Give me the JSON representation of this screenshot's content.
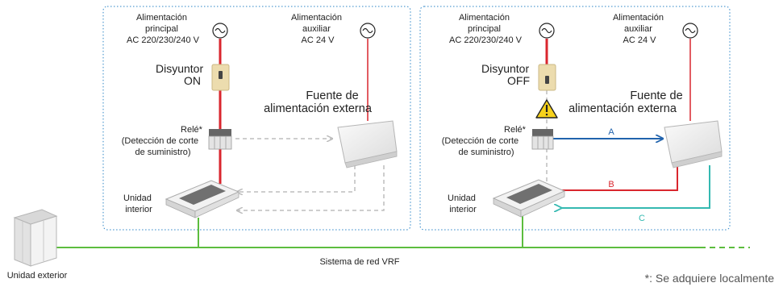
{
  "colors": {
    "power_line": "#d9262e",
    "network_line": "#5cbd3e",
    "line_a": "#2163ad",
    "line_b": "#d9262e",
    "line_c": "#34b9b1",
    "frame_border": "#2b84c6",
    "signal_dashed": "#bdbdbd",
    "breaker_body": "#ecdcae",
    "warning": "#f7d21c"
  },
  "left_panel": {
    "main_power": [
      "Alimentación",
      "principal",
      "AC 220/230/240 V"
    ],
    "aux_power": [
      "Alimentación",
      "auxiliar",
      "AC 24 V"
    ],
    "breaker": [
      "Disyuntor",
      "ON"
    ],
    "relay": [
      "Relé*",
      "(Detección de corte",
      "de suministro)"
    ],
    "external_supply": [
      "Fuente de",
      "alimentación externa"
    ],
    "indoor_unit": [
      "Unidad",
      "interior"
    ]
  },
  "right_panel": {
    "main_power": [
      "Alimentación",
      "principal",
      "AC 220/230/240 V"
    ],
    "aux_power": [
      "Alimentación",
      "auxiliar",
      "AC 24 V"
    ],
    "breaker": [
      "Disyuntor",
      "OFF"
    ],
    "relay": [
      "Relé*",
      "(Detección de corte",
      "de suministro)"
    ],
    "external_supply": [
      "Fuente de",
      "alimentación externa"
    ],
    "indoor_unit": [
      "Unidad",
      "interior"
    ],
    "line_labels": {
      "a": "A",
      "b": "B",
      "c": "C"
    }
  },
  "outdoor_unit_label": "Unidad exterior",
  "network_label": "Sistema de red VRF",
  "footnote": "*: Se adquiere localmente",
  "icons": [
    "ac-source-icon",
    "breaker-icon",
    "relay-icon",
    "power-supply-icon",
    "indoor-unit-icon",
    "outdoor-unit-icon",
    "warning-icon"
  ]
}
